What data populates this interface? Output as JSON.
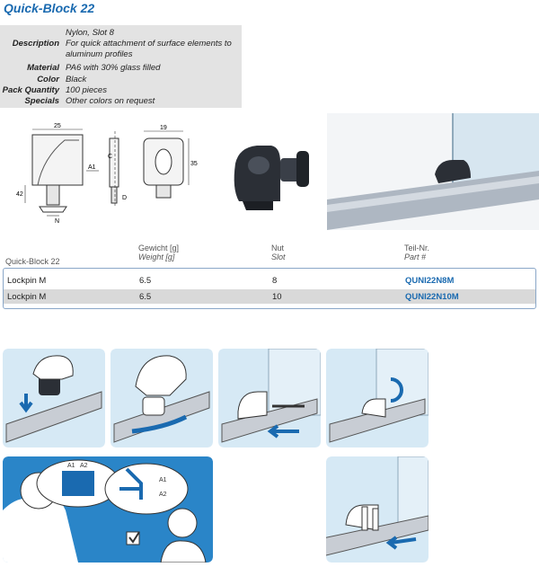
{
  "title": "Quick-Block 22",
  "specs": [
    {
      "key": "",
      "value": "Nylon, Slot 8"
    },
    {
      "key": "Description",
      "value": "For quick attachment of surface elements to aluminum profiles"
    },
    {
      "key": "Material",
      "value": "PA6 with 30% glass filled"
    },
    {
      "key": "Color",
      "value": "Black"
    },
    {
      "key": "Pack Quantity",
      "value": "100 pieces"
    },
    {
      "key": "Specials",
      "value": "Other colors on request"
    }
  ],
  "drawing": {
    "dim_25": "25",
    "dim_19": "19",
    "dim_35": "35",
    "dim_a1": "A1",
    "dim_c": "C",
    "dim_d": "D",
    "dim_n": "N",
    "dim_42": "42"
  },
  "table": {
    "product": "Quick-Block 22",
    "headers": [
      {
        "de": "Gewicht [g]",
        "en": "Weight [g]"
      },
      {
        "de": "Nut",
        "en": "Slot"
      },
      {
        "de": "Teil-Nr.",
        "en": "Part #"
      }
    ],
    "rows": [
      {
        "name": "Lockpin M",
        "weight": "6.5",
        "slot": "8",
        "part": "QUNI22N8M"
      },
      {
        "name": "Lockpin M",
        "weight": "6.5",
        "slot": "10",
        "part": "QUNI22N10M"
      }
    ]
  },
  "instructions": {
    "balloon_a1": "A1",
    "balloon_a2": "A2",
    "arrow_a1": "A1",
    "arrow_a2": "A2"
  },
  "colors": {
    "accent": "#1a6ab0",
    "panel_bg": "#d6e9f5",
    "spec_bg": "#e3e3e3"
  }
}
